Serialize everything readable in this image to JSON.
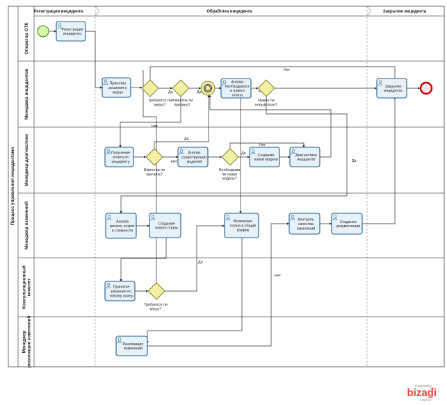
{
  "pool": {
    "label": "Процесс управления инцидентами"
  },
  "phases": [
    {
      "id": "p1",
      "label": "Регистрация инцидента"
    },
    {
      "id": "p2",
      "label": "Обработка инцидента"
    },
    {
      "id": "p3",
      "label": "Закрытие инцидента"
    }
  ],
  "lanes": [
    {
      "id": "l1",
      "lines": [
        "Оператор ОТК"
      ]
    },
    {
      "id": "l2",
      "lines": [
        "Менеджер инцидентов"
      ]
    },
    {
      "id": "l3",
      "lines": [
        "Менеджер диагностики"
      ]
    },
    {
      "id": "l4",
      "lines": [
        "Менеджер изменений"
      ]
    },
    {
      "id": "l5",
      "lines": [
        "Консультационный",
        "комитет"
      ]
    },
    {
      "id": "l6",
      "lines": [
        "Менеджер",
        "реализации изменений"
      ]
    }
  ],
  "tasks": [
    {
      "id": "t1",
      "lines": [
        "Регистрация",
        "инцидента"
      ]
    },
    {
      "id": "t2",
      "lines": [
        "Принятие",
        "решения о",
        "мерах"
      ]
    },
    {
      "id": "t3",
      "lines": [
        "Анализ",
        "необходимост",
        "и нового",
        "плана"
      ]
    },
    {
      "id": "t4",
      "lines": [
        "Закрытие",
        "инцидента"
      ]
    },
    {
      "id": "t5",
      "lines": [
        "Получение",
        "отчета по",
        "инциденту"
      ]
    },
    {
      "id": "t6",
      "lines": [
        "Анализ",
        "существующих",
        "моделей"
      ]
    },
    {
      "id": "t7",
      "lines": [
        "Создание",
        "новой модели"
      ]
    },
    {
      "id": "t8",
      "lines": [
        "Диагностика",
        "инцидента"
      ]
    },
    {
      "id": "t9",
      "lines": [
        "Анализ",
        "рисков, затрат",
        "и сложности"
      ]
    },
    {
      "id": "t10",
      "lines": [
        "Создание",
        "нового плана"
      ]
    },
    {
      "id": "t11",
      "lines": [
        "Включение",
        "плана в общий",
        "график"
      ]
    },
    {
      "id": "t12",
      "lines": [
        "Контроль",
        "качества",
        "изменений"
      ]
    },
    {
      "id": "t13",
      "lines": [
        "Создание",
        "документации"
      ]
    },
    {
      "id": "t14",
      "lines": [
        "Принятие",
        "решения по",
        "новому плану"
      ]
    },
    {
      "id": "t15",
      "lines": [
        "Реализация",
        "изменений"
      ]
    }
  ],
  "gateways": [
    {
      "id": "g1",
      "type": "exclusive",
      "lines": [
        "Требуются ли",
        "меры?"
      ]
    },
    {
      "id": "g2",
      "type": "exclusive",
      "lines": [
        "Известна ли",
        "причина?"
      ]
    },
    {
      "id": "g3",
      "type": "merge",
      "lines": []
    },
    {
      "id": "g4",
      "type": "exclusive",
      "lines": [
        "Нужен ли",
        "новый план?"
      ]
    },
    {
      "id": "g5",
      "type": "exclusive",
      "lines": [
        "Известна ли",
        "причина?"
      ]
    },
    {
      "id": "g6",
      "type": "exclusive",
      "lines": [
        "Необходима",
        "ли новая",
        "модель?"
      ]
    },
    {
      "id": "g7",
      "type": "exclusive",
      "lines": [
        "Требуются ли",
        "меры?"
      ]
    }
  ],
  "flow_labels": {
    "yes": "Да",
    "no": "Нет"
  },
  "logo": {
    "powered": "Powered by",
    "brand": "bizagi",
    "sub": "Modeler"
  },
  "colors": {
    "task_fill": "#e6f1fa",
    "task_stroke": "#1f5e8c",
    "gateway_fill": "#f3f0a6",
    "start_fill": "#d9f7a4",
    "end_stroke": "#c40000",
    "brand": "#e8433c"
  }
}
